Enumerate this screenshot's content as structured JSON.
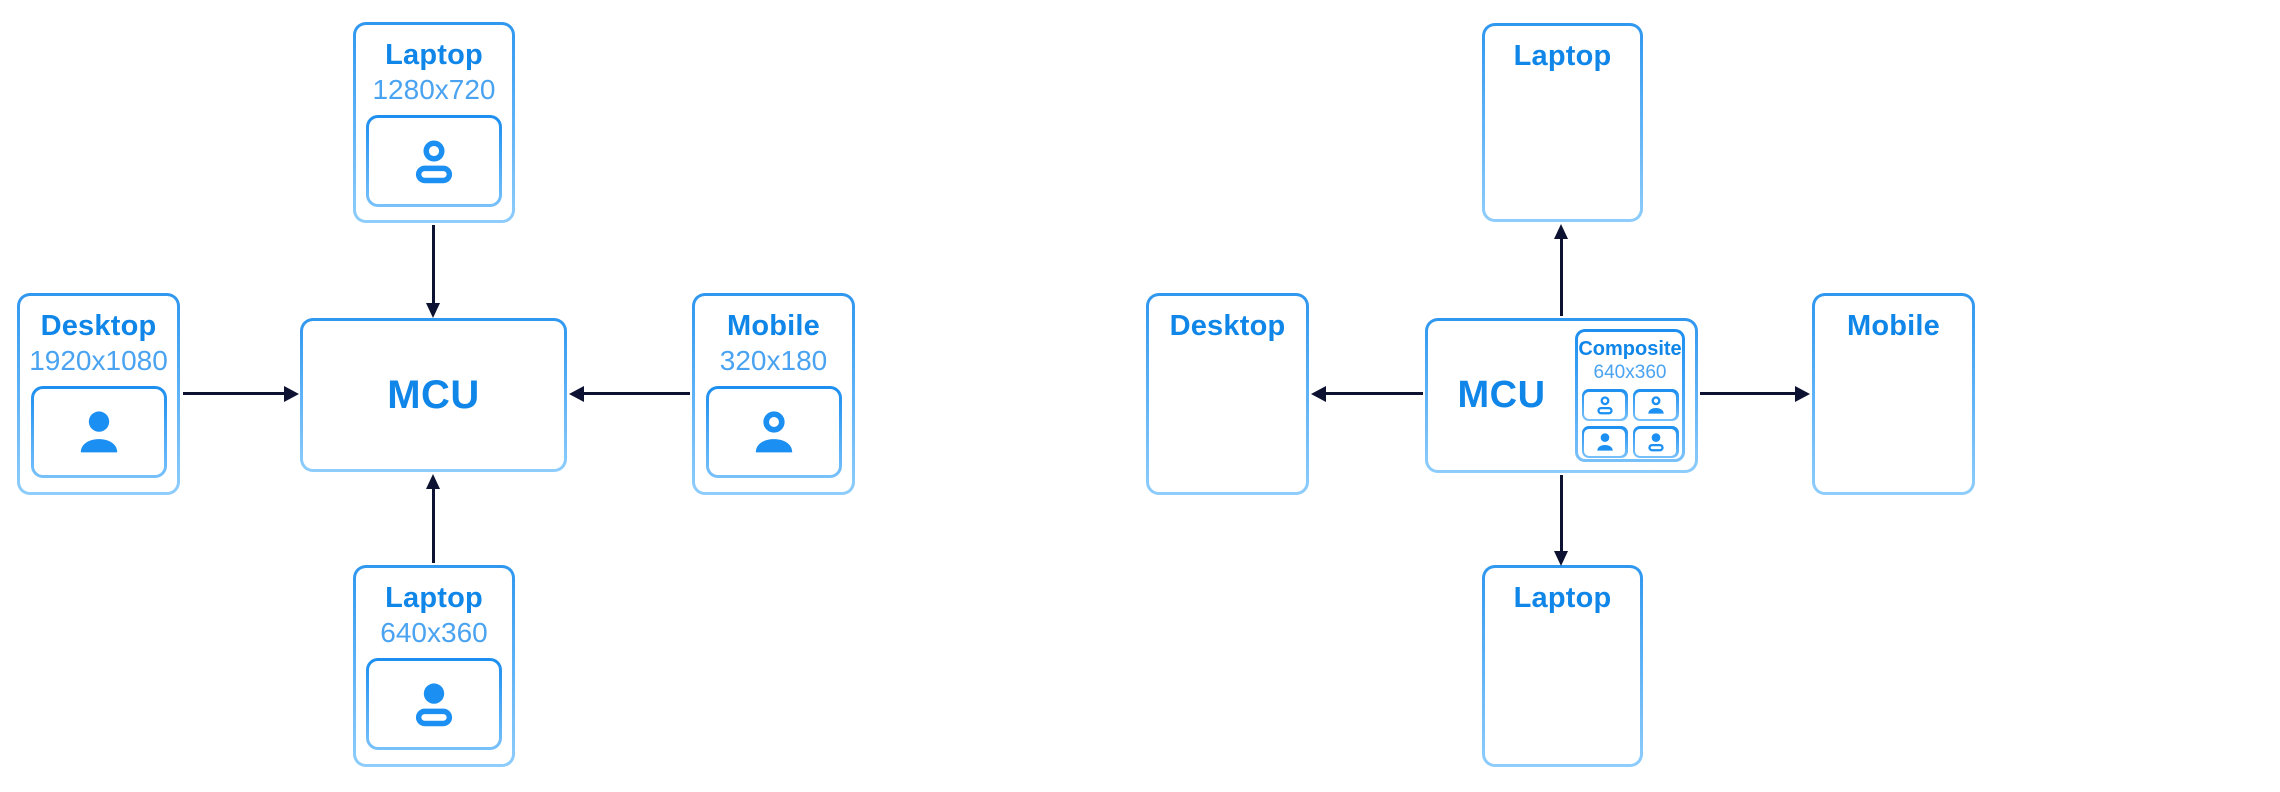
{
  "colors": {
    "accent": "#1086e8",
    "accent-bright": "#1b8ff2",
    "subtitle": "#4aa3f1",
    "border-top": "#2f97ef",
    "border-bottom": "#8ecdfc",
    "tile-border-top": "#1b8ef0",
    "tile-border-bottom": "#79c1fa",
    "arrow": "#0d1233"
  },
  "left_diagram": {
    "mcu": {
      "label": "MCU"
    },
    "devices": [
      {
        "label": "Laptop",
        "resolution": "1280x720",
        "icon": "person-outline-icon"
      },
      {
        "label": "Desktop",
        "resolution": "1920x1080",
        "icon": "person-filled-icon"
      },
      {
        "label": "Mobile",
        "resolution": "320x180",
        "icon": "person-ring-head-filled-body-icon"
      },
      {
        "label": "Laptop",
        "resolution": "640x360",
        "icon": "person-filled-head-outline-body-icon"
      }
    ]
  },
  "right_diagram": {
    "mcu": {
      "label": "MCU"
    },
    "composite": {
      "label": "Composite",
      "resolution": "640x360",
      "tiles": [
        "person-outline-icon",
        "person-ring-head-filled-body-icon",
        "person-filled-icon",
        "person-filled-head-outline-body-icon"
      ]
    },
    "devices": [
      {
        "label": "Laptop"
      },
      {
        "label": "Desktop"
      },
      {
        "label": "Mobile"
      },
      {
        "label": "Laptop"
      }
    ]
  }
}
